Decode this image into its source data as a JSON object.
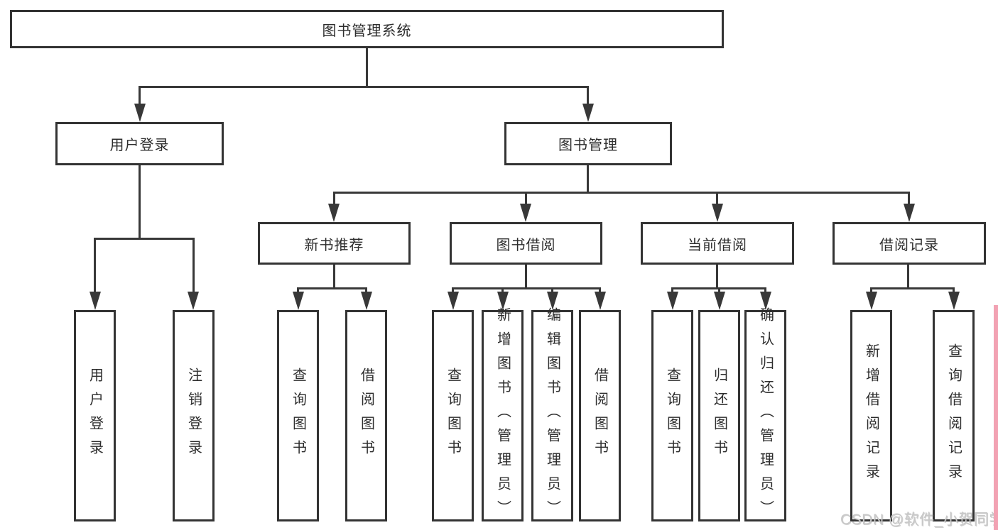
{
  "tree": {
    "root": {
      "label": "图书管理系统"
    },
    "children": [
      {
        "label": "用户登录",
        "children": [
          {
            "label": "用户登录"
          },
          {
            "label": "注销登录"
          }
        ]
      },
      {
        "label": "图书管理",
        "children": [
          {
            "label": "新书推荐",
            "children": [
              {
                "label": "查询图书"
              },
              {
                "label": "借阅图书"
              }
            ]
          },
          {
            "label": "图书借阅",
            "children": [
              {
                "label": "查询图书"
              },
              {
                "label": "新增图书（管理员）"
              },
              {
                "label": "编辑图书（管理员）"
              },
              {
                "label": "借阅图书"
              }
            ]
          },
          {
            "label": "当前借阅",
            "children": [
              {
                "label": "查询图书"
              },
              {
                "label": "归还图书"
              },
              {
                "label": "确认归还（管理员）"
              }
            ]
          },
          {
            "label": "借阅记录",
            "children": [
              {
                "label": "新增借阅记录"
              },
              {
                "label": "查询借阅记录"
              }
            ]
          }
        ]
      }
    ]
  },
  "watermark": {
    "text": "CSDN @软件_小贺同学"
  },
  "colors": {
    "line": "#383838",
    "border": "#333333",
    "text": "#2d2d2d",
    "background": "#ffffff",
    "watermark": "#c8c8c8",
    "right_strip": "#f2a2b3"
  }
}
